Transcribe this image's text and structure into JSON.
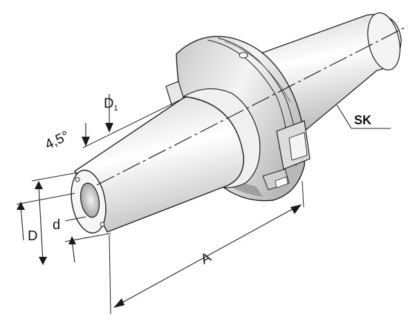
{
  "labels": {
    "sk": "SK",
    "d1_main": "D",
    "d1_sub": "1",
    "angle": "4,5°",
    "D": "D",
    "d": "d",
    "A": "A"
  },
  "colors": {
    "stroke": "#1a1a1a",
    "body_light": "#ffffff",
    "body_shade": "#c8c8c8",
    "body_mid": "#e6e6e6"
  }
}
